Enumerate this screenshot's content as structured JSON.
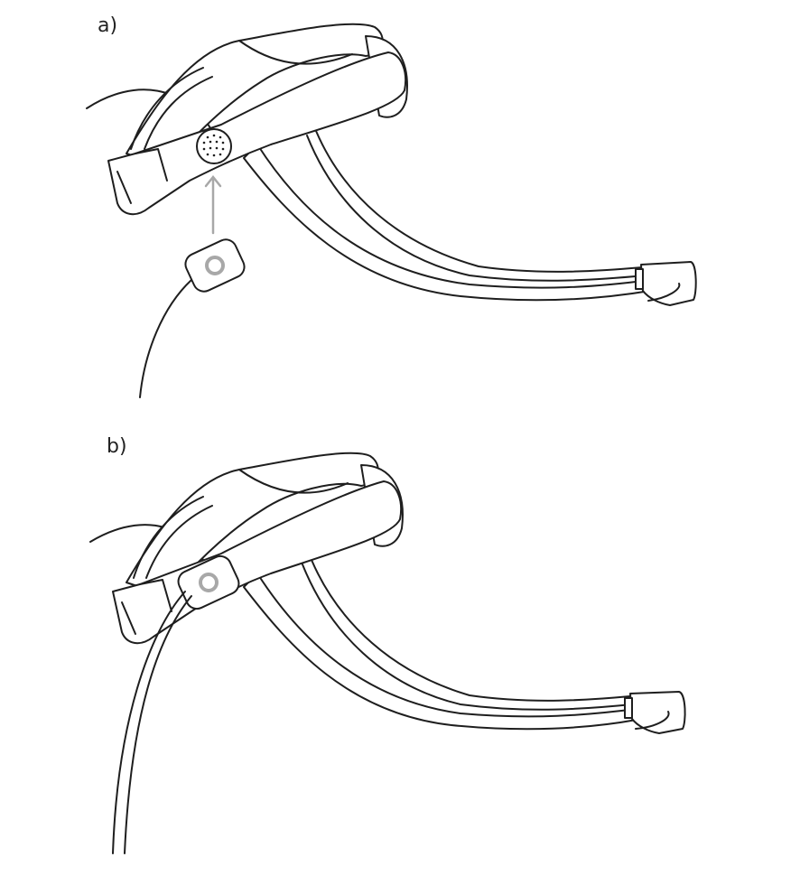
{
  "panels": [
    {
      "id": "a",
      "label": "a)",
      "state": "sensor-detached"
    },
    {
      "id": "b",
      "label": "b)",
      "state": "sensor-attached"
    }
  ],
  "colors": {
    "outline": "#1e1e1e",
    "accent_grey": "#a8a8a8",
    "background": "#ffffff"
  },
  "icons": [
    "headband",
    "speaker-grille",
    "sensor-clip",
    "cable",
    "arrow-up-icon"
  ]
}
